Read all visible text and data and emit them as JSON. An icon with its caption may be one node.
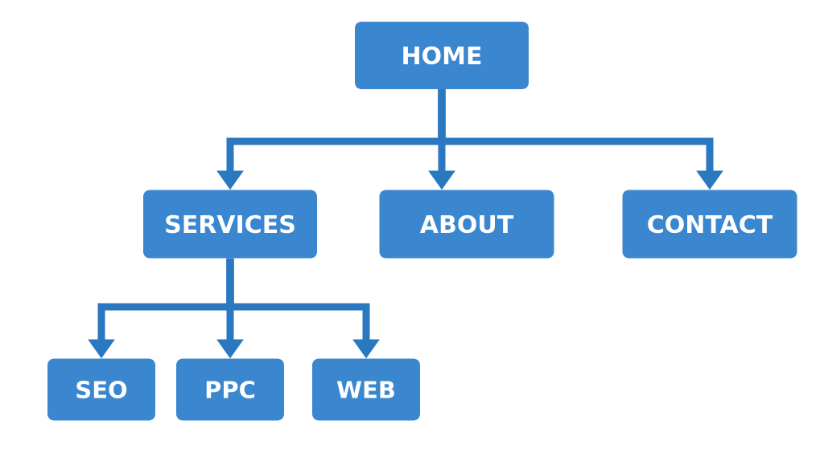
{
  "diagram": {
    "nodes": [
      {
        "text": [
          "HOME"
        ]
      },
      {
        "text": [
          "SERVICES"
        ]
      },
      {
        "text": [
          "ABOUT"
        ]
      },
      {
        "text": [
          "CONTACT"
        ]
      },
      {
        "text": [
          "SEO"
        ]
      },
      {
        "text": [
          "PPC"
        ]
      },
      {
        "text": [
          "WEB"
        ]
      }
    ],
    "edges": [
      {
        "from": 0,
        "to": 1,
        "arrow": "to"
      },
      {
        "from": 0,
        "to": 2,
        "arrow": "to"
      },
      {
        "from": 0,
        "to": 3,
        "arrow": "to"
      },
      {
        "from": 1,
        "to": 4,
        "arrow": "to"
      },
      {
        "from": 1,
        "to": 5,
        "arrow": "to"
      },
      {
        "from": 1,
        "to": 6,
        "arrow": "to"
      }
    ]
  }
}
